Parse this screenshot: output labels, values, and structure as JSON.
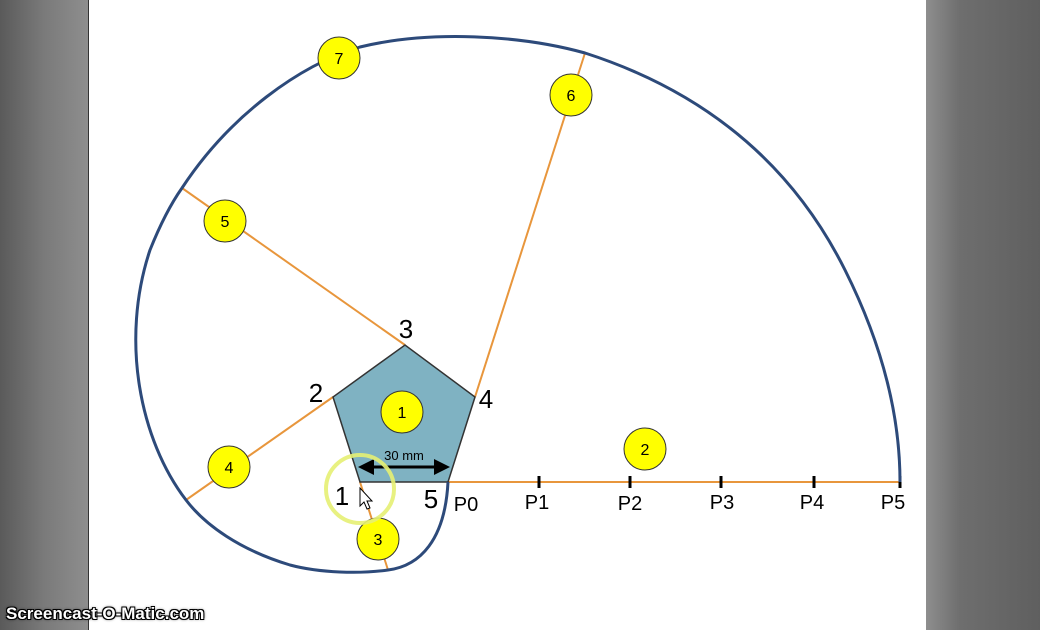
{
  "vertex_labels": [
    "1",
    "2",
    "3",
    "4",
    "5"
  ],
  "point_labels": [
    "P0",
    "P1",
    "P2",
    "P3",
    "P4",
    "P5"
  ],
  "dimension_label": "30 mm",
  "badges": [
    "1",
    "2",
    "3",
    "4",
    "5",
    "6",
    "7"
  ],
  "watermark": "Screencast-O-Matic.com",
  "colors": {
    "pentagon_fill": "#7fb2c2",
    "spiral_stroke": "#2d4a7a",
    "construction_line": "#e8963c",
    "badge_fill": "#ffff00",
    "cursor_highlight": "#e6ef73"
  }
}
